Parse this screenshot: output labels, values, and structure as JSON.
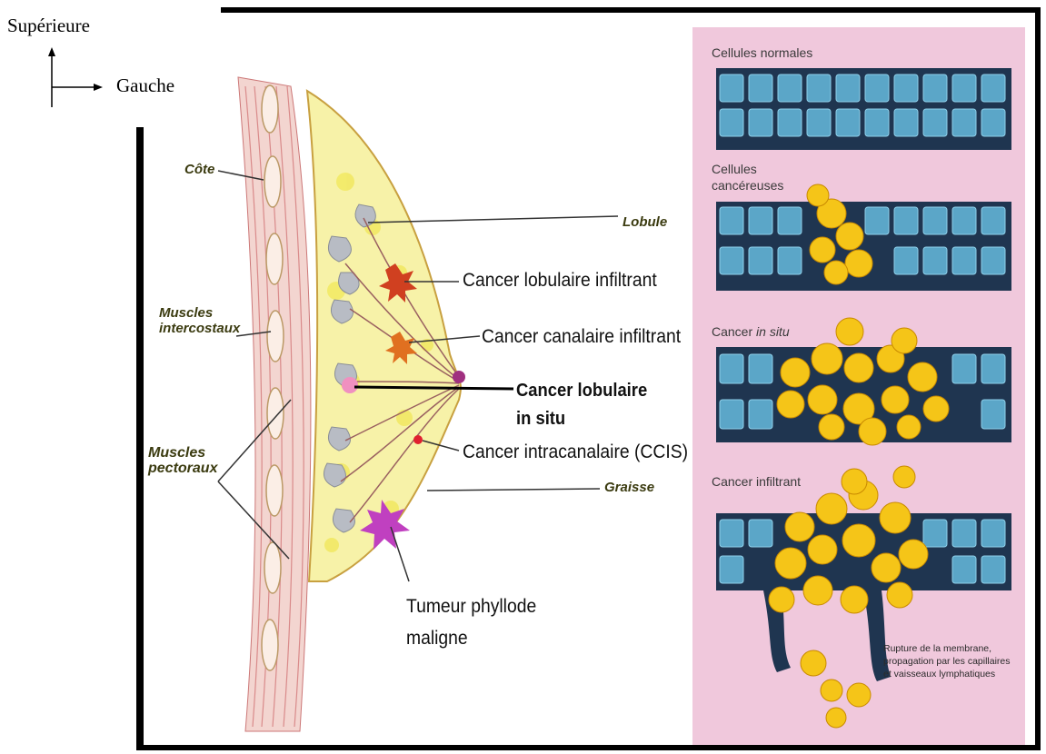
{
  "orientation": {
    "superior": "Supérieure",
    "left": "Gauche"
  },
  "anatomy_labels": {
    "cote": "Côte",
    "muscles_intercostaux": "Muscles\nintercostaux",
    "muscles_pectoraux": "Muscles\npectoraux",
    "lobule": "Lobule",
    "graisse": "Graisse"
  },
  "cancer_labels": {
    "lobulaire_infiltrant": "Cancer lobulaire infiltrant",
    "canalaire_infiltrant": "Cancer canalaire infiltrant",
    "lobulaire_in_situ_1": "Cancer lobulaire",
    "lobulaire_in_situ_2": "in situ",
    "intracanalaire": "Cancer intracanalaire (CCIS)",
    "phyllode_1": "Tumeur phyllode",
    "phyllode_2": "maligne"
  },
  "panel_labels": {
    "normales": "Cellules normales",
    "cancereuses_1": "Cellules",
    "cancereuses_2": "cancéreuses",
    "in_situ_a": "Cancer ",
    "in_situ_b": "in situ",
    "infiltrant": "Cancer infiltrant",
    "rupture_1": "Rupture de la membrane,",
    "rupture_2": "propagation par les capillaires",
    "rupture_3": "et vaisseaux lymphatiques"
  },
  "colors": {
    "panel_bg": "#f0c8dc",
    "cell_band": "#1f3550",
    "cell": "#5ba6c8",
    "cancer_cell": "#f5c518",
    "muscle": "#e9a4a4",
    "fat": "#f4ef8c"
  }
}
